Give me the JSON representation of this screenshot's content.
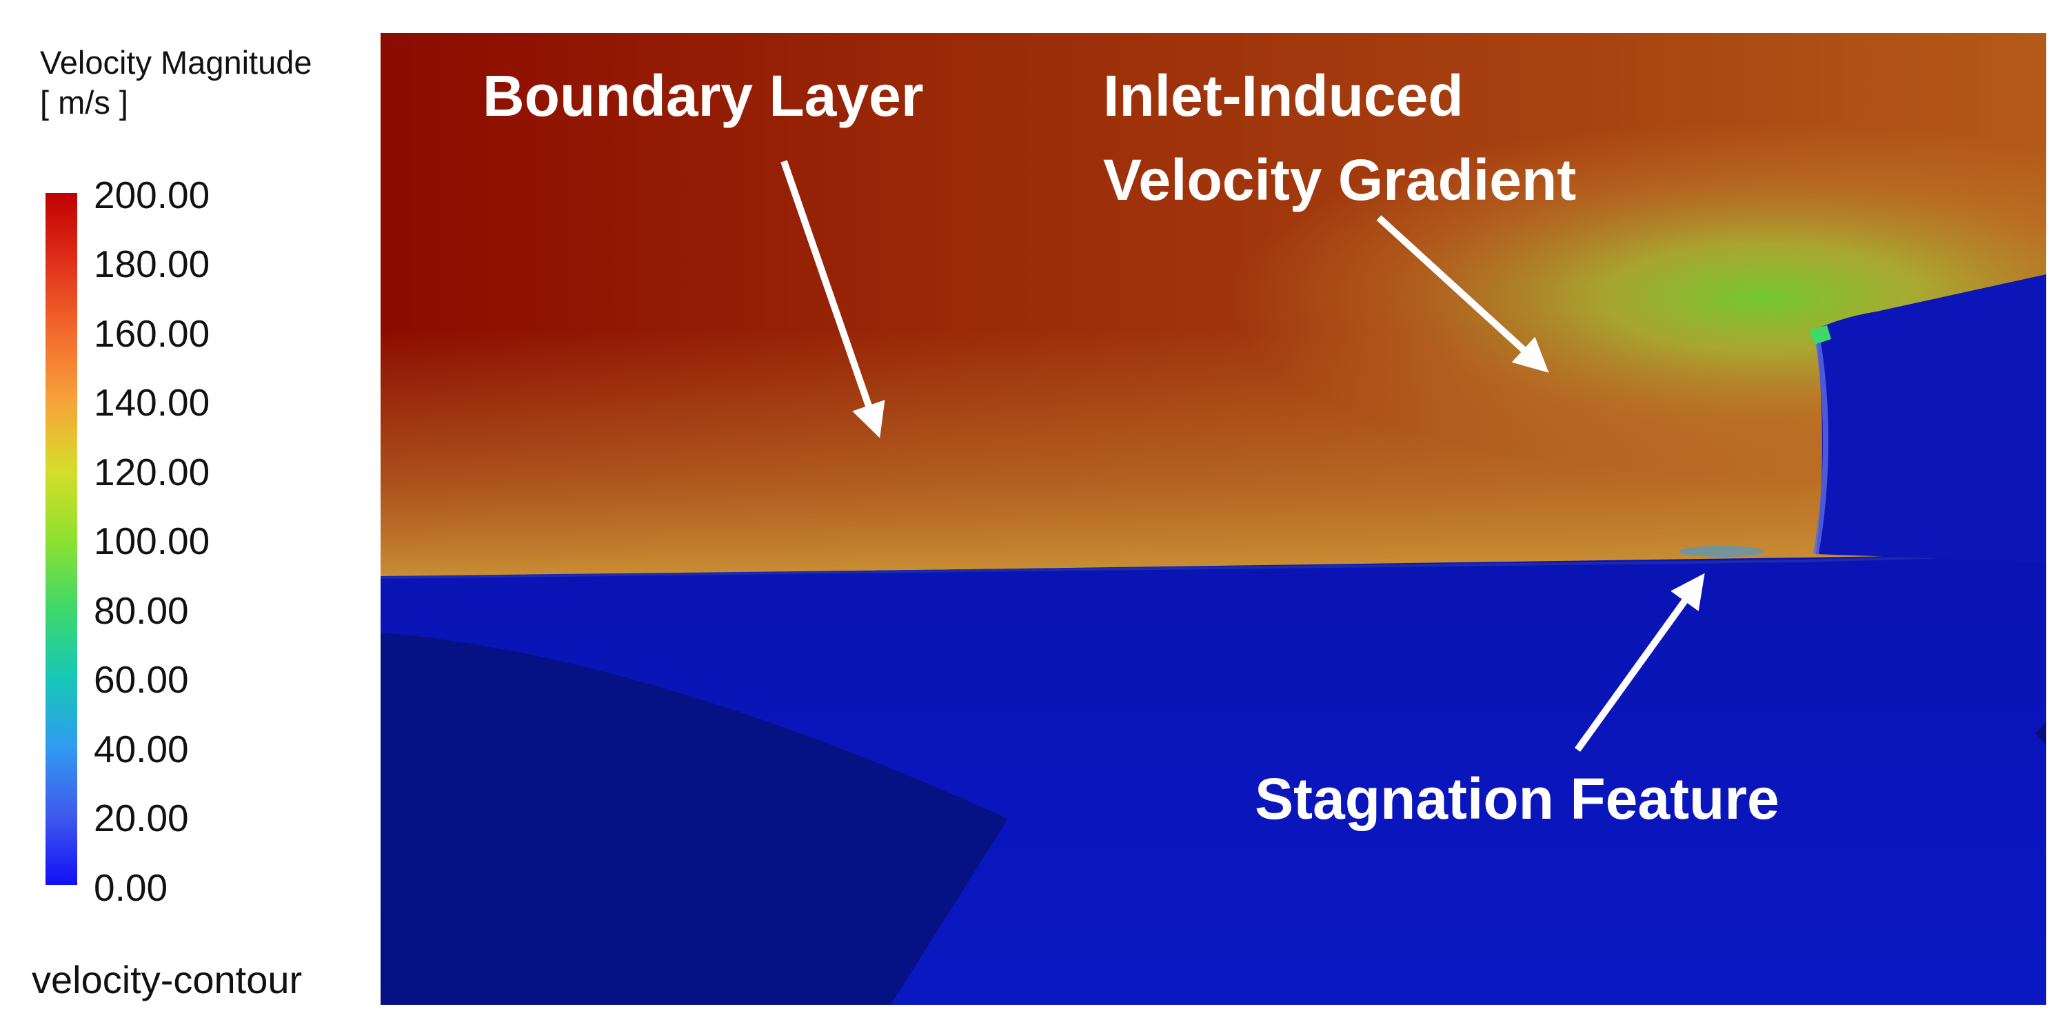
{
  "legend": {
    "title_line1": "Velocity Magnitude",
    "title_line2": "[ m/s ]",
    "ticks": [
      "200.00",
      "180.00",
      "160.00",
      "140.00",
      "120.00",
      "100.00",
      "80.00",
      "60.00",
      "40.00",
      "20.00",
      "0.00"
    ],
    "colormap": [
      "#c00000",
      "#e0301a",
      "#f26a2c",
      "#f8a23a",
      "#d6dd2a",
      "#8fe12f",
      "#3fd86a",
      "#17c8b6",
      "#2f9cf0",
      "#4159ee",
      "#1010f5"
    ]
  },
  "figure_name": "velocity-contour",
  "annotations": {
    "boundary_layer": "Boundary Layer",
    "inlet_line1": "Inlet-Induced",
    "inlet_line2": "Velocity Gradient",
    "stagnation": "Stagnation Feature"
  },
  "colors": {
    "freestream_high": "#8c0b00",
    "freestream_mid": "#a94512",
    "shear_layer": "#c58a33",
    "inlet_green": "#6fcf30",
    "low_velocity": "#0a14b4",
    "shadow_region": "#06107a",
    "annotation_text": "#ffffff"
  }
}
